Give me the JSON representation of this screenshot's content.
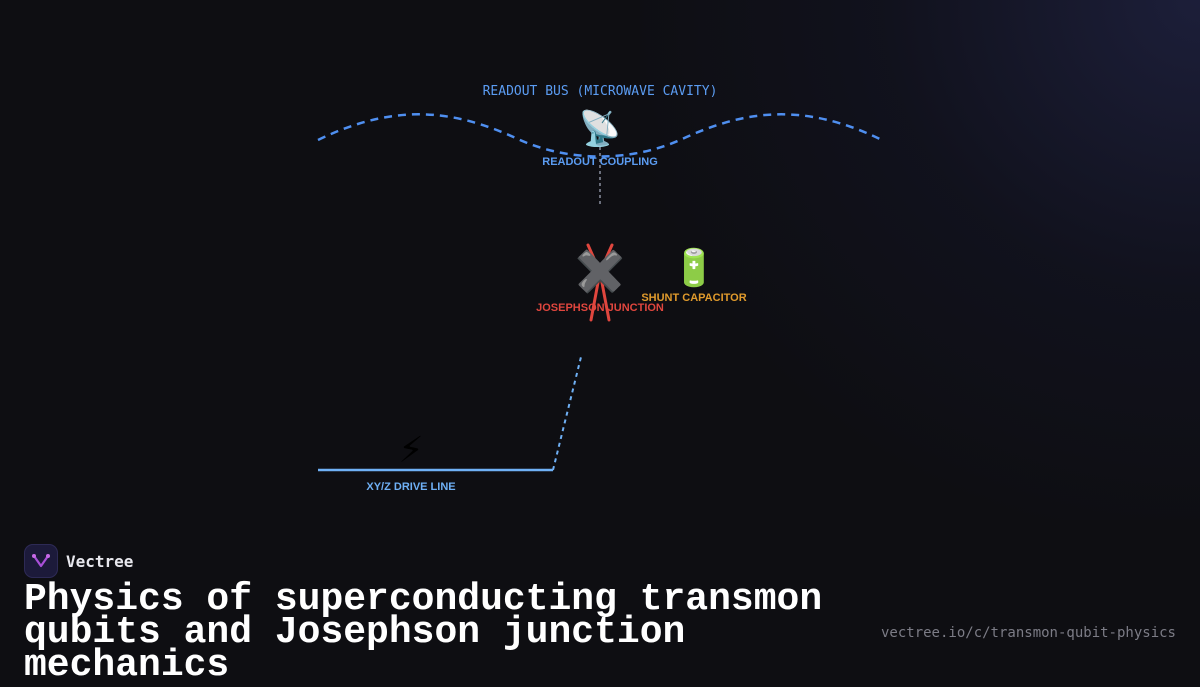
{
  "diagram": {
    "bus_label": "READOUT BUS (MICROWAVE CAVITY)",
    "coupling_label": "READOUT COUPLING",
    "junction_label": "JOSEPHSON JUNCTION",
    "capacitor_label": "SHUNT CAPACITOR",
    "drive_label": "XY/Z DRIVE LINE",
    "icons": {
      "coupling": "satellite-antenna-icon",
      "junction": "cross-mark-icon",
      "capacitor": "battery-icon",
      "drive": "lightning-bolt-icon"
    },
    "colors": {
      "bus": "#4f8ff0",
      "coupling_label": "#5b9cf2",
      "junction": "#e0463e",
      "capacitor": "#e09a2c",
      "drive": "#6fb0f5"
    }
  },
  "brand": {
    "name": "Vectree"
  },
  "title": "Physics of superconducting transmon qubits and Josephson junction mechanics",
  "url": "vectree.io/c/transmon-qubit-physics"
}
